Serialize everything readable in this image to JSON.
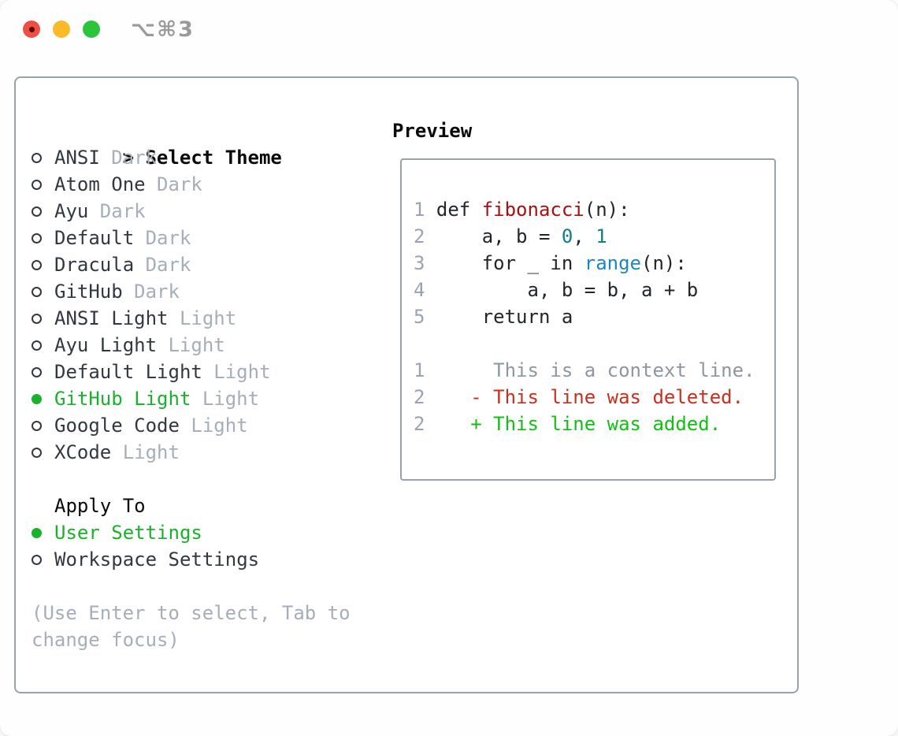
{
  "titlebar": {
    "shortcut": "⌥⌘3"
  },
  "theme_panel": {
    "title_prefix": ">",
    "title": "Select Theme",
    "themes": [
      {
        "name": "ANSI",
        "variant": "Dark",
        "selected": false
      },
      {
        "name": "Atom One",
        "variant": "Dark",
        "selected": false
      },
      {
        "name": "Ayu",
        "variant": "Dark",
        "selected": false
      },
      {
        "name": "Default",
        "variant": "Dark",
        "selected": false
      },
      {
        "name": "Dracula",
        "variant": "Dark",
        "selected": false
      },
      {
        "name": "GitHub",
        "variant": "Dark",
        "selected": false
      },
      {
        "name": "ANSI Light",
        "variant": "Light",
        "selected": false
      },
      {
        "name": "Ayu Light",
        "variant": "Light",
        "selected": false
      },
      {
        "name": "Default Light",
        "variant": "Light",
        "selected": false
      },
      {
        "name": "GitHub Light",
        "variant": "Light",
        "selected": true
      },
      {
        "name": "Google Code",
        "variant": "Light",
        "selected": false
      },
      {
        "name": "XCode",
        "variant": "Light",
        "selected": false
      }
    ],
    "apply_to": {
      "title": "Apply To",
      "options": [
        {
          "label": "User Settings",
          "selected": true
        },
        {
          "label": "Workspace Settings",
          "selected": false
        }
      ]
    },
    "help_text": "(Use Enter to select, Tab to change focus)"
  },
  "preview": {
    "title": "Preview",
    "code_lines": [
      {
        "num": "1",
        "segments": [
          {
            "text": "def ",
            "color": "code"
          },
          {
            "text": "fibonacci",
            "color": "func"
          },
          {
            "text": "(n):",
            "color": "code"
          }
        ]
      },
      {
        "num": "2",
        "segments": [
          {
            "text": "    a, b = ",
            "color": "code"
          },
          {
            "text": "0",
            "color": "num"
          },
          {
            "text": ", ",
            "color": "code"
          },
          {
            "text": "1",
            "color": "num"
          }
        ]
      },
      {
        "num": "3",
        "segments": [
          {
            "text": "    for _ in ",
            "color": "code"
          },
          {
            "text": "range",
            "color": "builtin"
          },
          {
            "text": "(n):",
            "color": "code"
          }
        ]
      },
      {
        "num": "4",
        "segments": [
          {
            "text": "        a, b = b, a + b",
            "color": "code"
          }
        ]
      },
      {
        "num": "5",
        "segments": [
          {
            "text": "    return a",
            "color": "code"
          }
        ]
      },
      {
        "num": "",
        "segments": []
      },
      {
        "num": "1",
        "segments": [
          {
            "text": "     This is a context line.",
            "color": "context"
          }
        ]
      },
      {
        "num": "2",
        "segments": [
          {
            "text": "   - This line was deleted.",
            "color": "deleted"
          }
        ]
      },
      {
        "num": "2",
        "segments": [
          {
            "text": "   + This line was added.",
            "color": "added"
          }
        ]
      }
    ]
  },
  "glyphs": {
    "radio_unselected": "○",
    "radio_selected": "●"
  },
  "colors": {
    "border": "#99a1ab",
    "title_text": "#0a0a0a",
    "item_text": "#32383f",
    "muted_text": "#a6aeb9",
    "accent_green": "#17b32a",
    "gutter": "#9aa3af",
    "code_text": "#21262b",
    "func_red": "#a80f10",
    "number_teal": "#0e7f8a",
    "builtin_blue": "#1b87c6",
    "context_gray": "#8e96a0",
    "deleted_red": "#c92f1d",
    "added_green": "#0fc110",
    "traffic_red": "#ef4e42",
    "traffic_red_dot": "#570902",
    "traffic_yellow": "#fcba28",
    "traffic_green": "#2bc53c",
    "shortcut_gray": "#9a9a9a"
  }
}
